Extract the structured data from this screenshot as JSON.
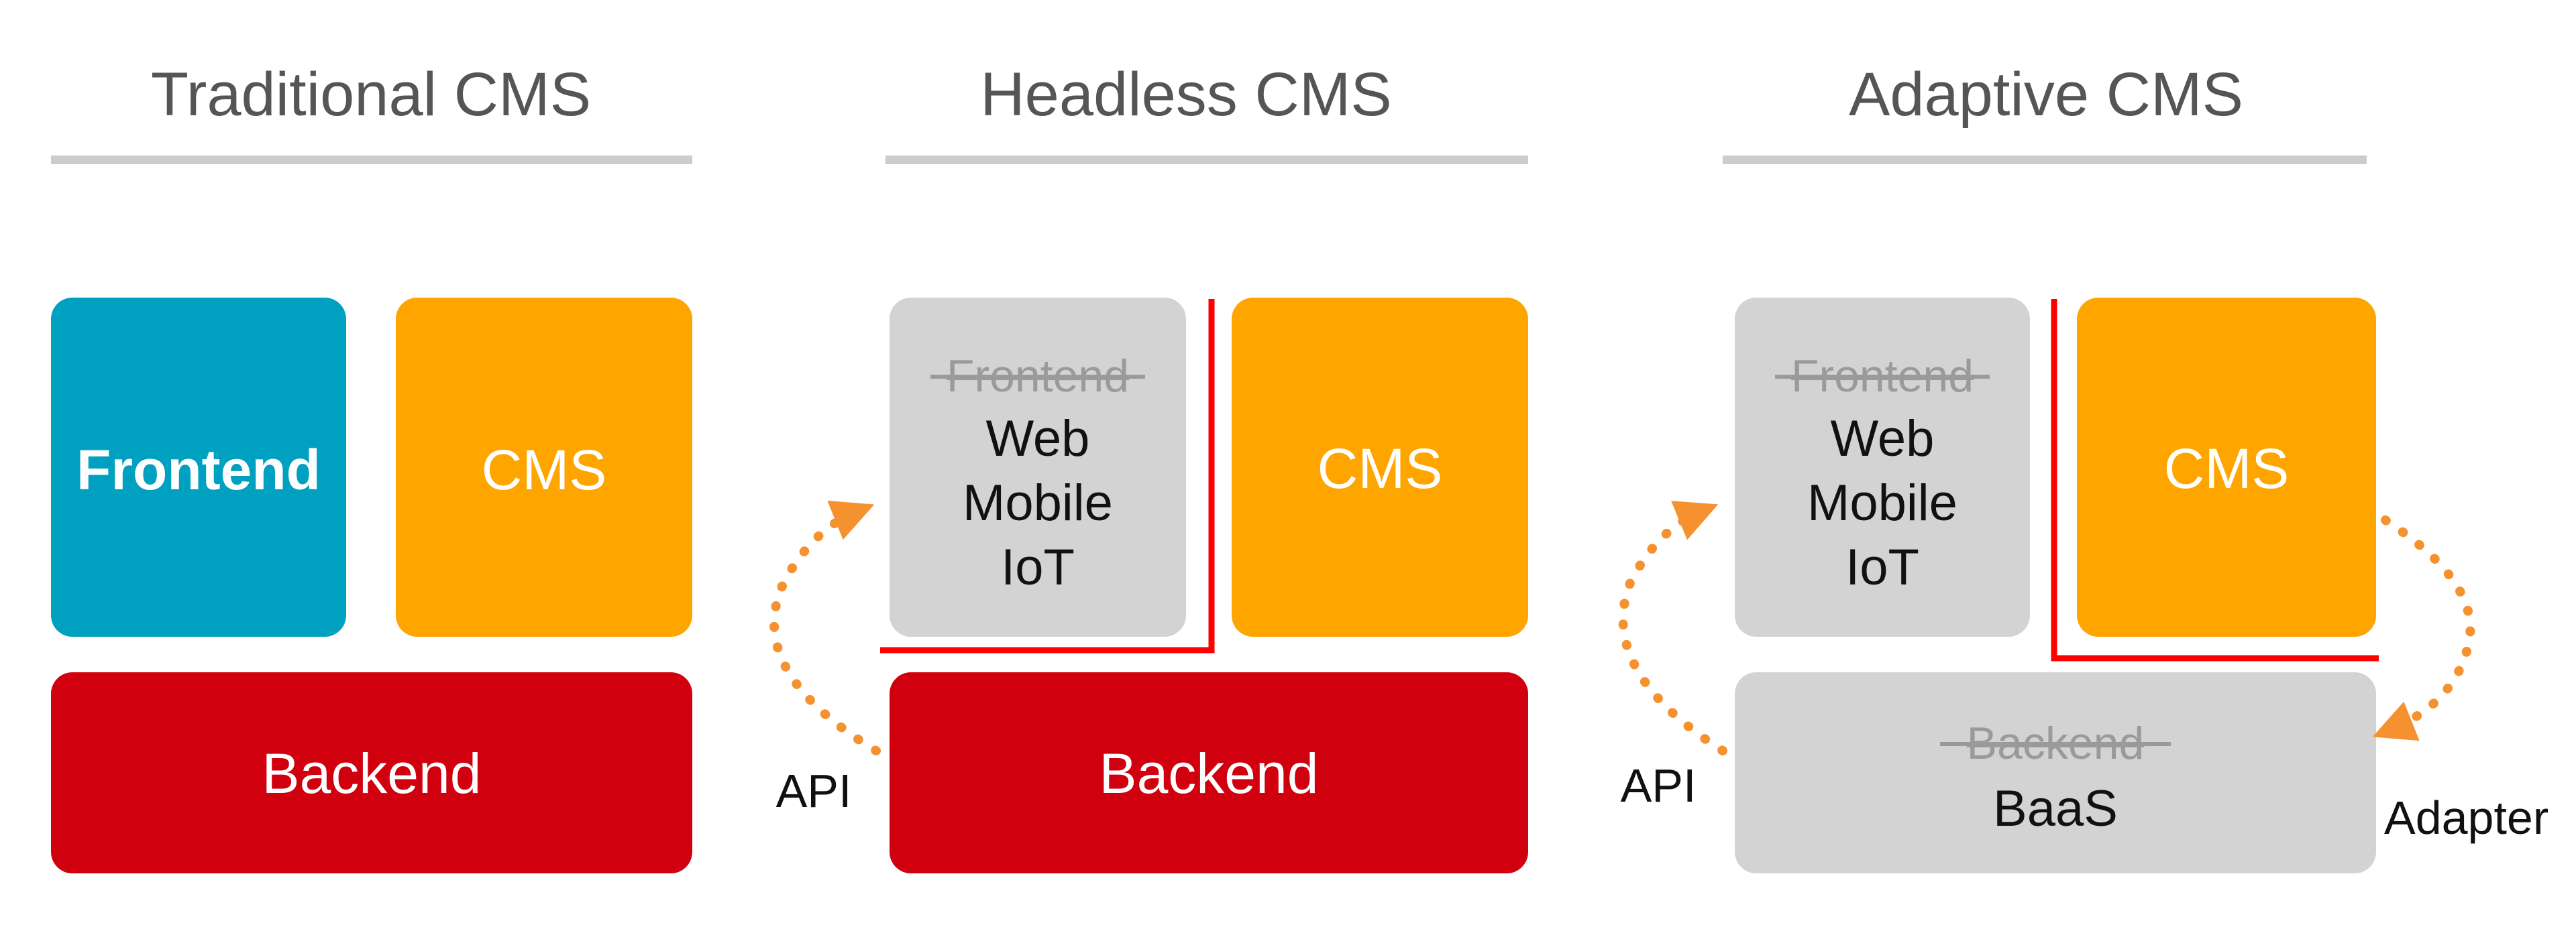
{
  "colors": {
    "teal": "#00A0C0",
    "orange": "#FFA500",
    "red": "#D0000E",
    "gray": "#D3D3D3",
    "divider": "#CCCCCC",
    "split_line": "#FF0000",
    "arrow": "#F5922F"
  },
  "panels": [
    {
      "title": "Traditional CMS",
      "frontend": {
        "label": "Frontend"
      },
      "cms": {
        "label": "CMS"
      },
      "backend": {
        "label": "Backend"
      }
    },
    {
      "title": "Headless CMS",
      "frontend": {
        "struck": "Frontend",
        "lines": [
          "Web",
          "Mobile",
          "IoT"
        ]
      },
      "cms": {
        "label": "CMS"
      },
      "backend": {
        "label": "Backend"
      },
      "api_label": "API"
    },
    {
      "title": "Adaptive CMS",
      "frontend": {
        "struck": "Frontend",
        "lines": [
          "Web",
          "Mobile",
          "IoT"
        ]
      },
      "cms": {
        "label": "CMS"
      },
      "backend": {
        "struck": "Backend",
        "label": "BaaS"
      },
      "api_label": "API",
      "adapter_label": "Adapter"
    }
  ]
}
